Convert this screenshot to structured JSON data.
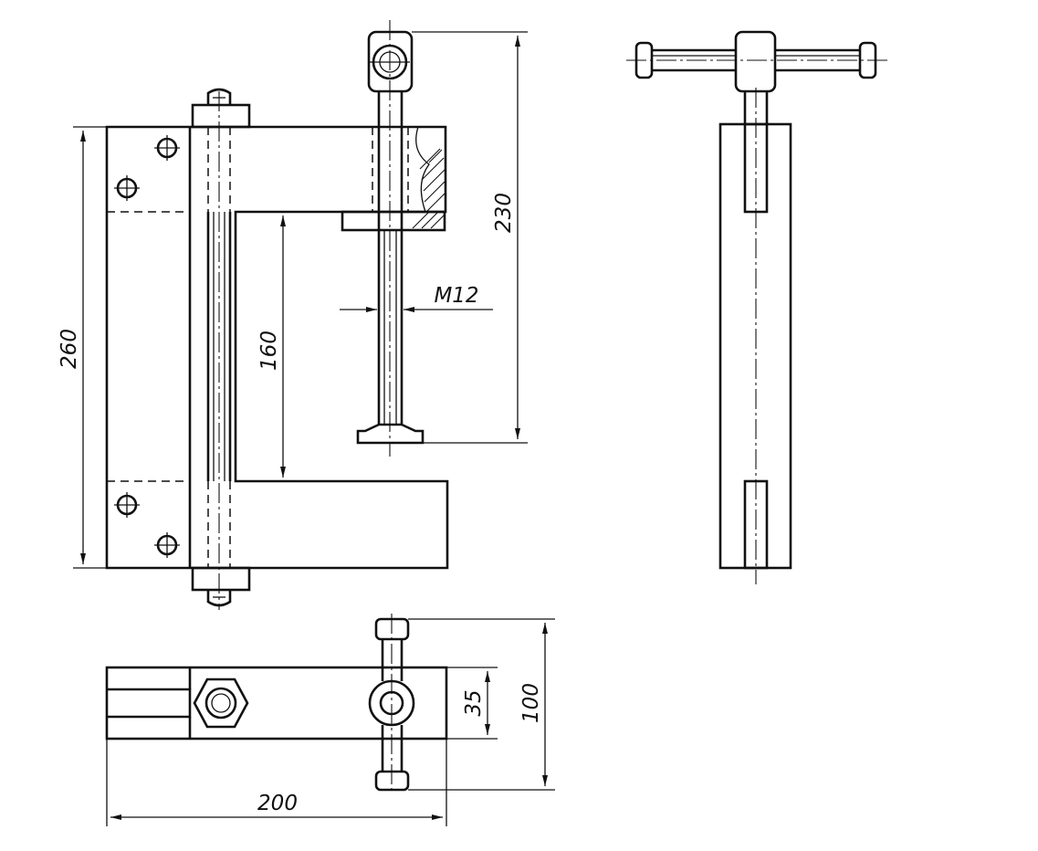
{
  "dimensions": {
    "overall_height": "260",
    "throat_depth": "160",
    "screw_length": "230",
    "thread": "M12",
    "jaw_width": "35",
    "handle_length": "100",
    "length": "200"
  }
}
